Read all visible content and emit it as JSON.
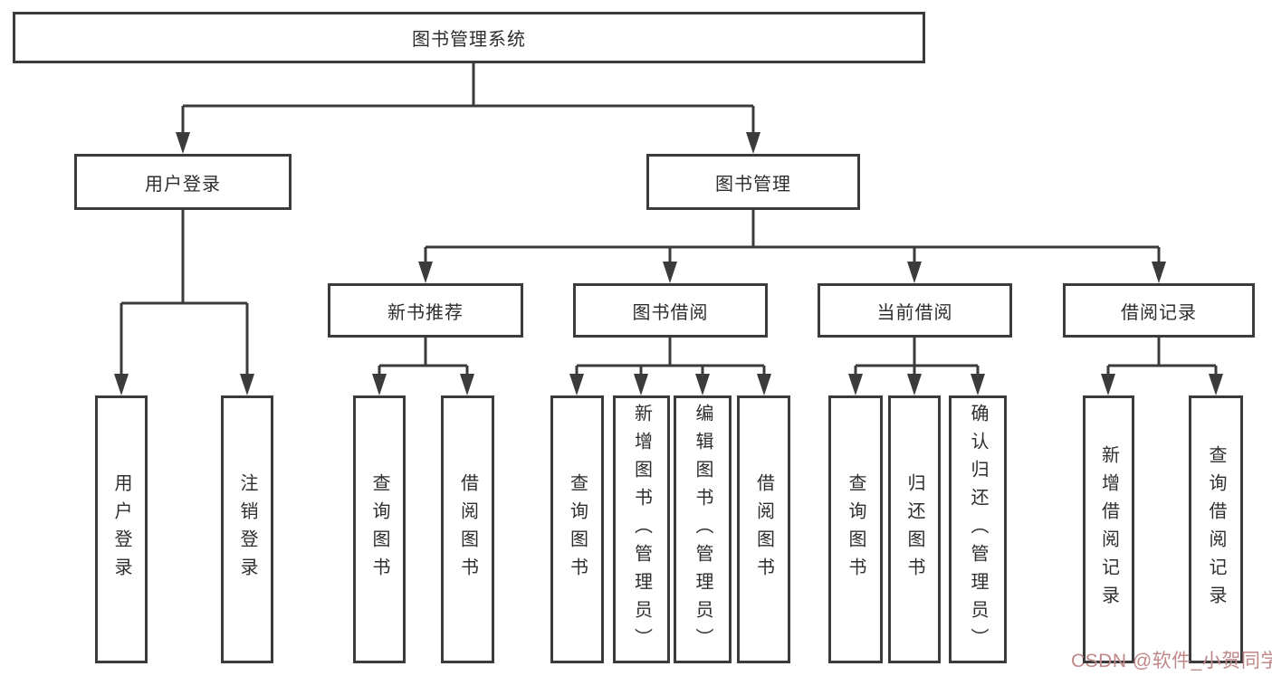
{
  "diagram_type": "hierarchy-tree",
  "colors": {
    "line": "#3b3b3b",
    "box_border": "#3b3b3b",
    "text": "#2e2e2e",
    "background": "#ffffff",
    "watermark": "#c08888"
  },
  "tree": {
    "label": "图书管理系统",
    "children": [
      {
        "label": "用户登录",
        "children": [
          {
            "label": "用户登录"
          },
          {
            "label": "注销登录"
          }
        ]
      },
      {
        "label": "图书管理",
        "children": [
          {
            "label": "新书推荐",
            "children": [
              {
                "label": "查询图书"
              },
              {
                "label": "借阅图书"
              }
            ]
          },
          {
            "label": "图书借阅",
            "children": [
              {
                "label": "查询图书"
              },
              {
                "label": "新增图书（管理员）"
              },
              {
                "label": "编辑图书（管理员）"
              },
              {
                "label": "借阅图书"
              }
            ]
          },
          {
            "label": "当前借阅",
            "children": [
              {
                "label": "查询图书"
              },
              {
                "label": "归还图书"
              },
              {
                "label": "确认归还（管理员）"
              }
            ]
          },
          {
            "label": "借阅记录",
            "children": [
              {
                "label": "新增借阅记录"
              },
              {
                "label": "查询借阅记录"
              }
            ]
          }
        ]
      }
    ]
  },
  "watermark": {
    "text": "CSDN @软件_小贺同学"
  }
}
